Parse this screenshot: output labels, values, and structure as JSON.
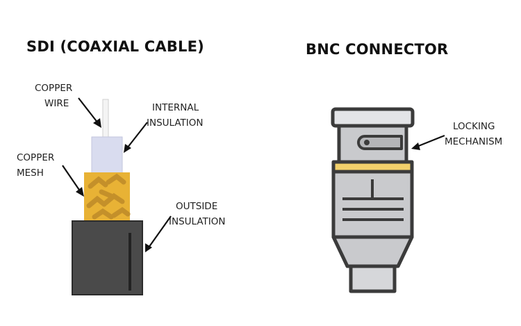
{
  "coax": {
    "title": "SDI (COAXIAL CABLE)",
    "labels": {
      "copper_wire": [
        "COPPER",
        "WIRE"
      ],
      "internal_insulation": [
        "INTERNAL",
        "INSULATION"
      ],
      "copper_mesh": [
        "COPPER",
        "MESH"
      ],
      "outside_insulation": [
        "OUTSIDE",
        "INSULATION"
      ]
    }
  },
  "bnc": {
    "title": "BNC CONNECTOR",
    "labels": {
      "locking_mechanism": [
        "LOCKING",
        "MECHANISM"
      ]
    }
  },
  "colors": {
    "copper_mesh": "#e8b235",
    "mesh_pattern": "#c4902a",
    "internal_insulation": "#d9dcef",
    "outer_jacket": "#4a4a4a",
    "connector_body": "#c9cacd",
    "connector_outline": "#3b3b3b",
    "locking_band": "#f2d06b"
  }
}
